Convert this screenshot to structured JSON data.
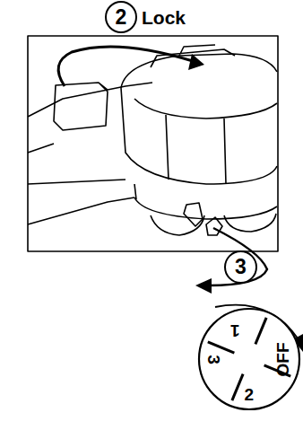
{
  "diagram": {
    "nodes": [
      {
        "text": [
          "2"
        ]
      },
      {
        "text": [
          "3"
        ]
      },
      {
        "text": [
          "1",
          "OFF",
          "2",
          "3"
        ]
      }
    ],
    "labels": [
      "Lock"
    ]
  }
}
